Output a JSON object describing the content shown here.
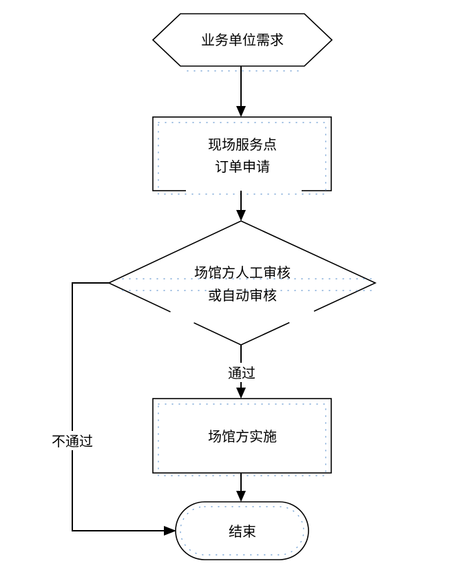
{
  "diagram": {
    "nodes": {
      "start": {
        "text": "业务单位需求"
      },
      "apply": {
        "line1": "现场服务点",
        "line2": "订单申请"
      },
      "review": {
        "line1": "场馆方人工审核",
        "line2": "或自动审核"
      },
      "implement": {
        "text": "场馆方实施"
      },
      "end": {
        "text": "结束"
      }
    },
    "edges": {
      "pass": "通过",
      "fail": "不通过"
    }
  }
}
